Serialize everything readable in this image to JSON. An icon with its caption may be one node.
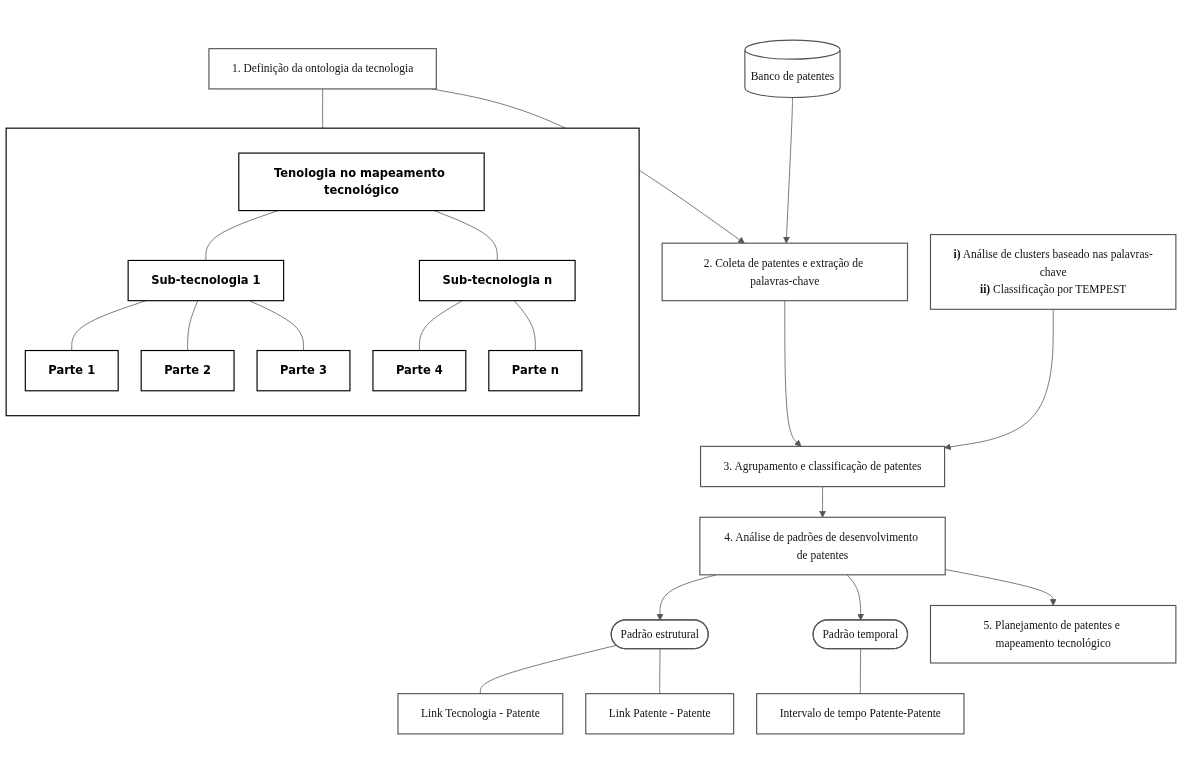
{
  "diagram": {
    "nodes": [
      {
        "text": [
          "1. Definição da ontologia da tecnologia"
        ]
      },
      {
        "text": [],
        "shape": "box"
      },
      {
        "text": [
          "Tenologia no mapeamento tecnológico"
        ],
        "in": 1
      },
      {
        "text": [
          "Sub-tecnologia 1"
        ],
        "in": 1
      },
      {
        "text": [
          "Sub-tecnologia n"
        ],
        "in": 1
      },
      {
        "text": [
          "Parte 1"
        ],
        "in": 1
      },
      {
        "text": [
          "Parte 2"
        ],
        "in": 1
      },
      {
        "text": [
          "Parte 3"
        ],
        "in": 1
      },
      {
        "text": [
          "Parte 4"
        ],
        "in": 1
      },
      {
        "text": [
          "Parte n"
        ],
        "in": 1
      },
      {
        "text": [
          "2. Coleta de patentes e extração de palavras-chave"
        ]
      },
      {
        "text": [
          "Banco de patentes"
        ]
      },
      {
        "text": [
          "3. Agrupamento e classificação de patentes"
        ]
      },
      {
        "text": [
          "**i)** Análise de clusters baseado nas palavras-chave",
          "**ii)** Classificação por TEMPEST"
        ]
      },
      {
        "text": [
          "4. Análise de padrões de desenvolvimento de patentes"
        ]
      },
      {
        "text": [
          "Padrão estrutural"
        ]
      },
      {
        "text": [
          "Padrão temporal"
        ]
      },
      {
        "text": [
          "Link Tecnologia - Patente"
        ]
      },
      {
        "text": [
          "Link Patente - Patente"
        ]
      },
      {
        "text": [
          "Intervalo de tempo Patente-Patente"
        ]
      },
      {
        "text": [
          "5. Planejamento de patentes e mapeamento tecnológico"
        ]
      }
    ],
    "edges": [
      {
        "from": 0,
        "to": 1,
        "arrow": "none"
      },
      {
        "from": 2,
        "to": 3,
        "arrow": "none"
      },
      {
        "from": 2,
        "to": 4,
        "arrow": "none"
      },
      {
        "from": 3,
        "to": 5,
        "arrow": "none"
      },
      {
        "from": 3,
        "to": 6,
        "arrow": "none"
      },
      {
        "from": 3,
        "to": 7,
        "arrow": "none"
      },
      {
        "from": 4,
        "to": 8,
        "arrow": "none"
      },
      {
        "from": 4,
        "to": 9,
        "arrow": "none"
      },
      {
        "from": 0,
        "to": 10,
        "arrow": "to"
      },
      {
        "from": 11,
        "to": 10,
        "arrow": "to"
      },
      {
        "from": 10,
        "to": 12,
        "arrow": "to"
      },
      {
        "from": 13,
        "to": 12,
        "arrow": "to"
      },
      {
        "from": 12,
        "to": 14,
        "arrow": "to"
      },
      {
        "from": 14,
        "to": 15,
        "arrow": "to"
      },
      {
        "from": 14,
        "to": 16,
        "arrow": "to"
      },
      {
        "from": 15,
        "to": 17,
        "arrow": "none"
      },
      {
        "from": 15,
        "to": 18,
        "arrow": "none"
      },
      {
        "from": 16,
        "to": 19,
        "arrow": "none"
      },
      {
        "from": 14,
        "to": 20,
        "arrow": "to"
      }
    ]
  }
}
